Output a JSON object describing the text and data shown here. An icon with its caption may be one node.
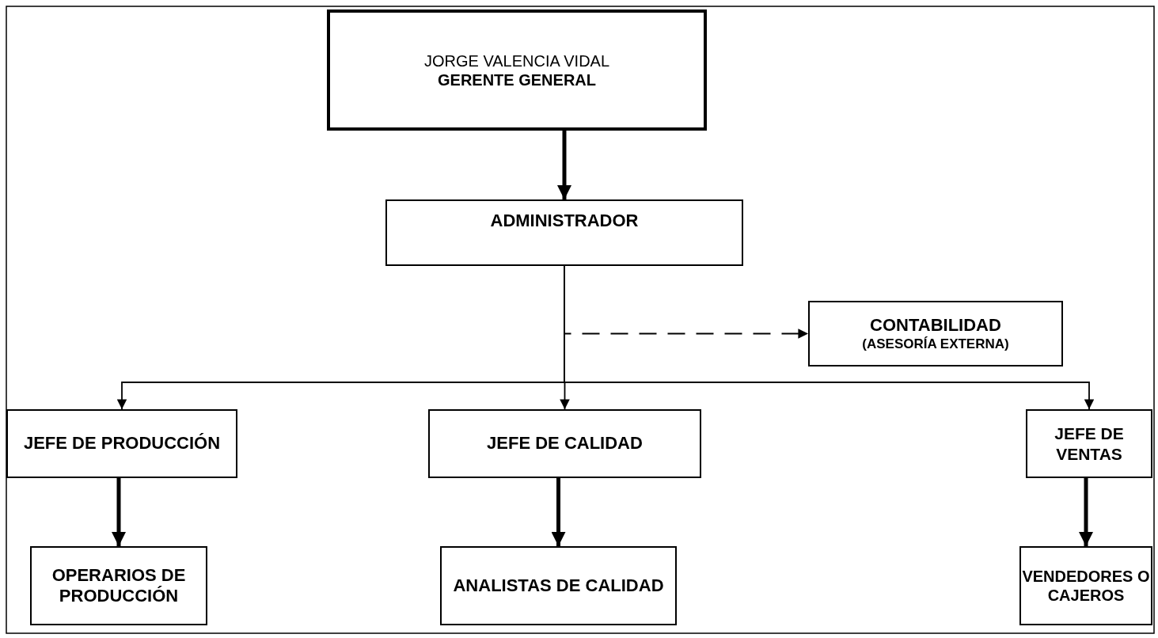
{
  "diagram": {
    "nodes": [
      {
        "text": [
          "JORGE VALENCIA VIDAL",
          "GERENTE GENERAL"
        ]
      },
      {
        "text": [
          "ADMINISTRADOR"
        ]
      },
      {
        "text": [
          "CONTABILIDAD",
          "(ASESORÍA EXTERNA)"
        ]
      },
      {
        "text": [
          "JEFE DE PRODUCCIÓN"
        ]
      },
      {
        "text": [
          "JEFE DE CALIDAD"
        ]
      },
      {
        "text": [
          "JEFE DE VENTAS"
        ]
      },
      {
        "text": [
          "OPERARIOS DE PRODUCCIÓN"
        ]
      },
      {
        "text": [
          "ANALISTAS DE CALIDAD"
        ]
      },
      {
        "text": [
          "VENDEDORES O CAJEROS"
        ]
      }
    ],
    "edges": [
      {
        "from": 0,
        "to": 1,
        "arrow": "to",
        "style": "thick"
      },
      {
        "from": 1,
        "to": 2,
        "arrow": "to",
        "style": "dashed"
      },
      {
        "from": 1,
        "to": 3,
        "arrow": "to"
      },
      {
        "from": 1,
        "to": 4,
        "arrow": "to"
      },
      {
        "from": 1,
        "to": 5,
        "arrow": "to"
      },
      {
        "from": 3,
        "to": 6,
        "arrow": "to",
        "style": "thick"
      },
      {
        "from": 4,
        "to": 7,
        "arrow": "to",
        "style": "thick"
      },
      {
        "from": 5,
        "to": 8,
        "arrow": "to",
        "style": "thick"
      }
    ]
  }
}
